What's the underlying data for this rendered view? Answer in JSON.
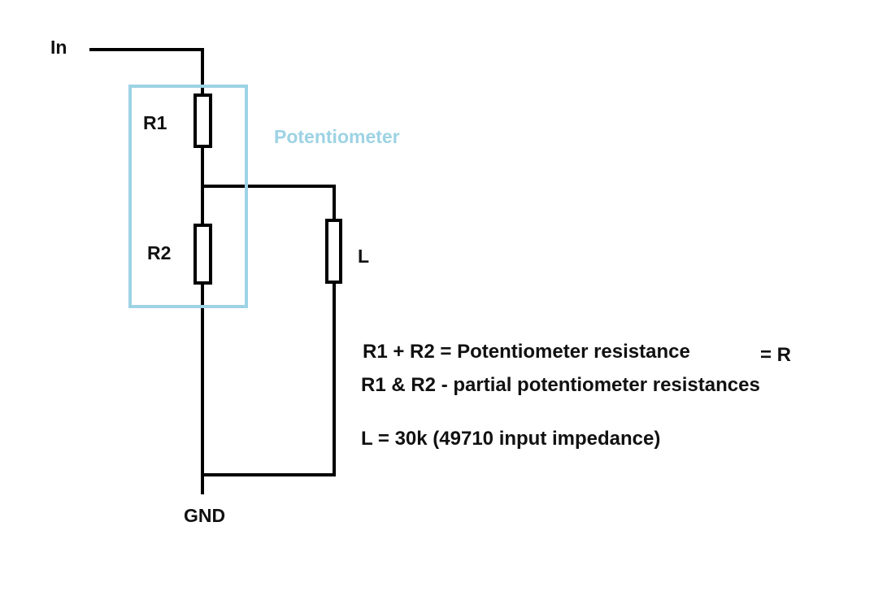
{
  "colors": {
    "wire": "#000000",
    "potentiometer": "#9dd3e4",
    "text": "#111111"
  },
  "labels": {
    "input": "In",
    "r1": "R1",
    "r2": "R2",
    "load": "L",
    "potentiometer": "Potentiometer",
    "ground": "GND"
  },
  "equations": {
    "sum_left": "R1 + R2 = Potentiometer resistance",
    "sum_right": "= R",
    "partial": "R1 & R2 - partial potentiometer resistances",
    "load": "L = 30k  (49710 input impedance)"
  }
}
